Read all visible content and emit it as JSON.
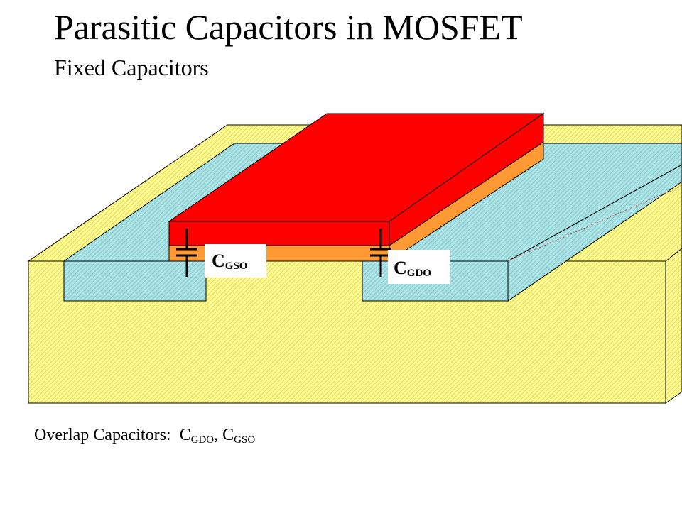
{
  "title": "Parasitic Capacitors in MOSFET",
  "subtitle": "Fixed Capacitors",
  "labels": {
    "cgso": {
      "main": "C",
      "sub": "GSO"
    },
    "cgdo": {
      "main": "C",
      "sub": "GDO"
    }
  },
  "caption": {
    "prefix": "Overlap Capacitors:  ",
    "term1_main": "C",
    "term1_sub": "GDO",
    "separator": ", ",
    "term2_main": "C",
    "term2_sub": "GSO"
  },
  "colors": {
    "substrate": "#FFFF99",
    "diffusion": "#AEE4EC",
    "gate": "#FF0000",
    "oxide": "#FF9933",
    "outline": "#000000"
  }
}
